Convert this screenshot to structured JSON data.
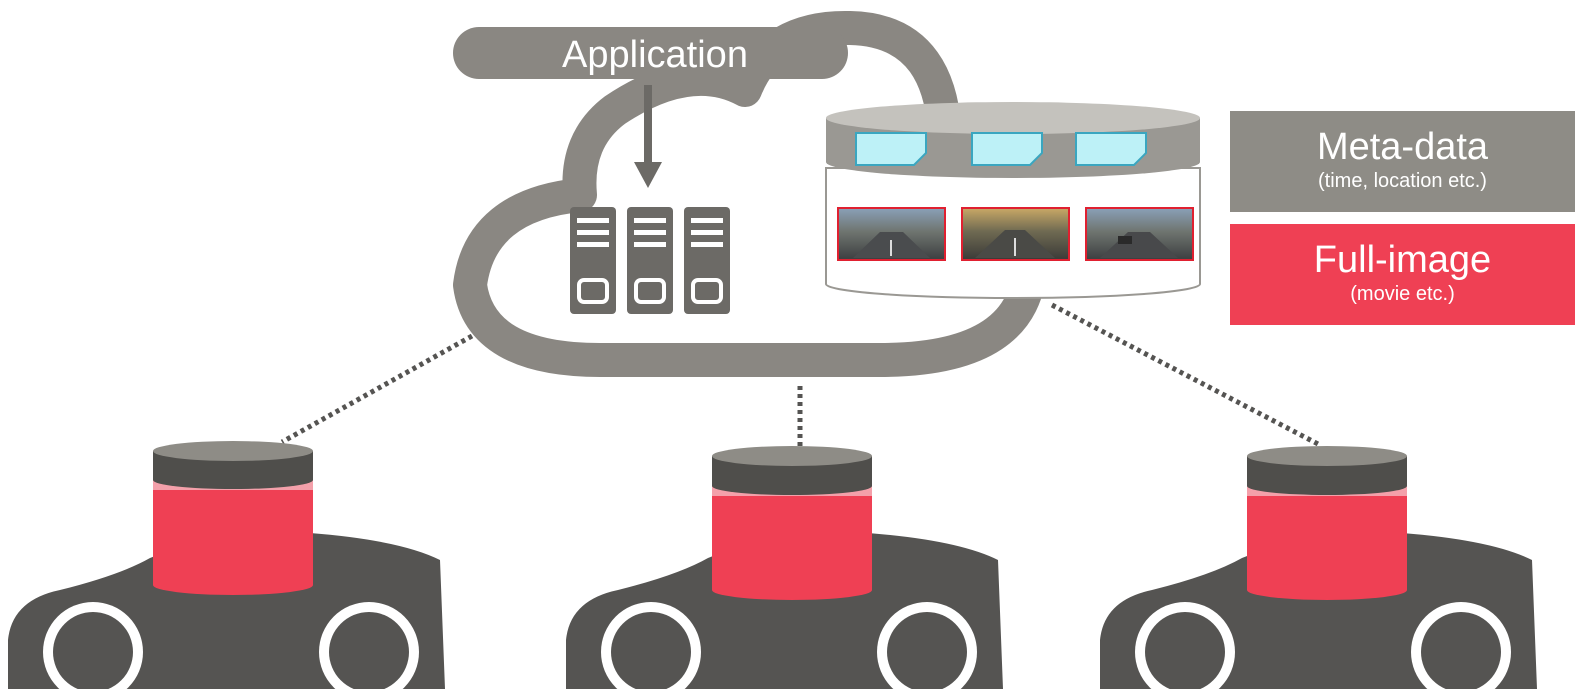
{
  "application_label": "Application",
  "legend": {
    "metadata": {
      "title": "Meta-data",
      "subtitle": "(time, location etc.)",
      "color": "#8e8c86"
    },
    "fullimage": {
      "title": "Full-image",
      "subtitle": "(movie etc.)",
      "color": "#ef4054"
    }
  },
  "colors": {
    "cloud_outline": "#8a8782",
    "server": "#6c6a66",
    "car_body": "#555452",
    "storage_red": "#ef4054",
    "storage_top": "#4f4e4b",
    "storage_band": "#f4a0aa",
    "metadata_card": "#bdf1f7"
  },
  "icons": [
    "cloud-icon",
    "server-icon",
    "database-icon",
    "car-icon",
    "document-icon",
    "photo-icon"
  ]
}
